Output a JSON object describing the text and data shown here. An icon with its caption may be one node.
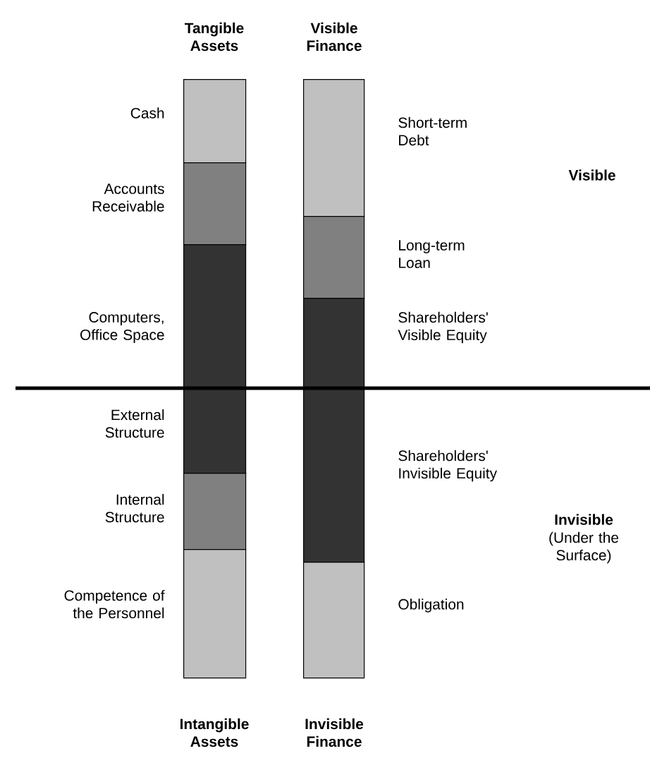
{
  "diagram": {
    "nodes": [
      {
        "text": [],
        "shape": "box",
        "beside": [
          "Cash"
        ]
      },
      {
        "text": [],
        "shape": "box",
        "beside": [
          "Accounts Receivable"
        ]
      },
      {
        "text": [],
        "shape": "box",
        "beside": [
          "Computers, Office Space"
        ]
      },
      {
        "text": [],
        "shape": "box",
        "beside": [
          "External Structure"
        ]
      },
      {
        "text": [],
        "shape": "box",
        "beside": [
          "Internal Structure"
        ]
      },
      {
        "text": [],
        "shape": "box",
        "beside": [
          "Competence of the Personnel"
        ]
      },
      {
        "text": [],
        "shape": "box",
        "beside": [
          "Short-term Debt"
        ]
      },
      {
        "text": [],
        "shape": "box",
        "beside": [
          "Long-term Loan"
        ]
      },
      {
        "text": [],
        "shape": "box",
        "beside": [
          "Shareholders' Visible Equity"
        ]
      },
      {
        "text": [],
        "shape": "box",
        "beside": [
          "Shareholders' Invisible Equity"
        ]
      },
      {
        "text": [],
        "shape": "box",
        "beside": [
          "Obligation"
        ]
      }
    ],
    "labels": [
      "Tangible Assets",
      "Visible Finance",
      "Visible",
      "Invisible",
      "(Under the Surface)",
      "Intangible Assets",
      "Invisible Finance"
    ]
  }
}
